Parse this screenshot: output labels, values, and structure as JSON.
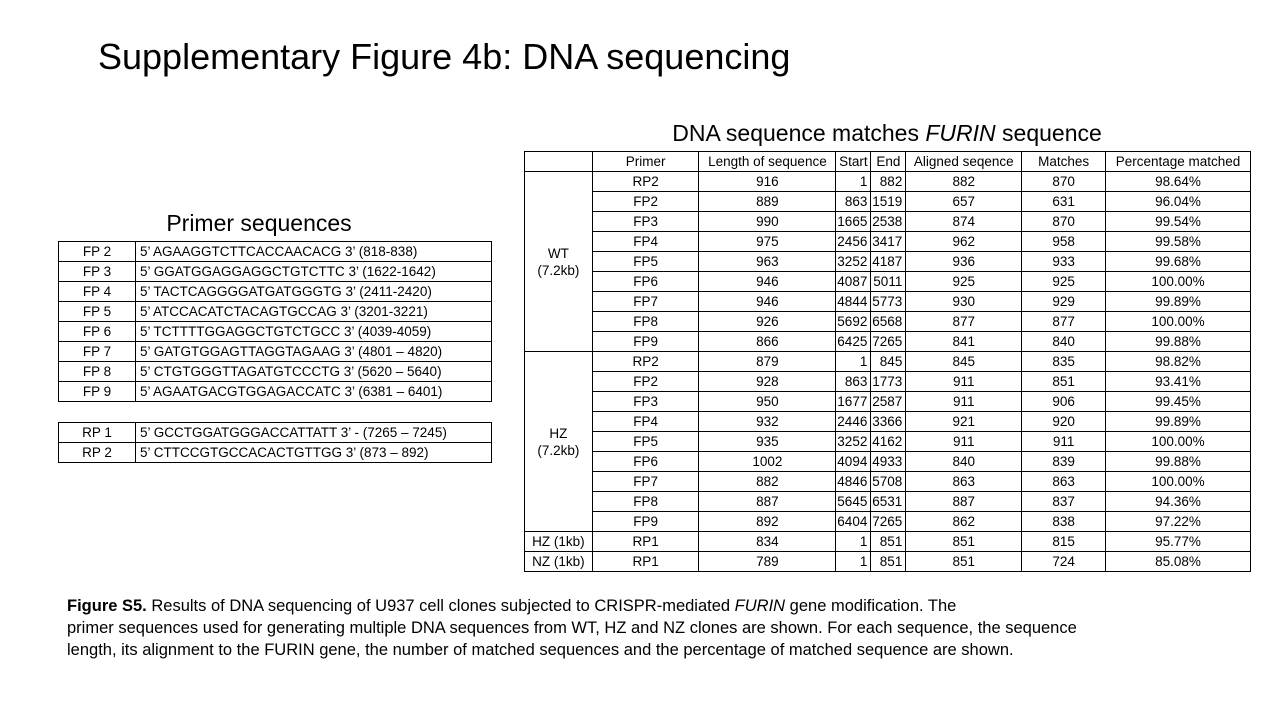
{
  "title": "Supplementary Figure 4b: DNA sequencing",
  "primer_section": {
    "title": "Primer sequences",
    "forward": [
      {
        "name": "FP 2",
        "sequence": "5’ AGAAGGTCTTCACCAACACG  3’  (818-838)"
      },
      {
        "name": "FP 3",
        "sequence": "5’ GGATGGAGGAGGCTGTCTTC  3’ (1622-1642)"
      },
      {
        "name": "FP 4",
        "sequence": "5’ TACTCAGGGGATGATGGGTG  3’ (2411-2420)"
      },
      {
        "name": "FP 5",
        "sequence": "5’ ATCCACATCTACAGTGCCAG  3’ (3201-3221)"
      },
      {
        "name": "FP 6",
        "sequence": "5’ TCTTTTGGAGGCTGTCTGCC 3’ (4039-4059)"
      },
      {
        "name": "FP 7",
        "sequence": "5’ GATGTGGAGTTAGGTAGAAG  3’ (4801 – 4820)"
      },
      {
        "name": "FP 8",
        "sequence": "5’ CTGTGGGTTAGATGTCCCTG  3’ (5620 – 5640)"
      },
      {
        "name": "FP 9",
        "sequence": "5’ AGAATGACGTGGAGACCATC  3’ (6381 – 6401)"
      }
    ],
    "reverse": [
      {
        "name": "RP 1",
        "sequence": "5’ GCCTGGATGGGACCATTATT  3’  - (7265 – 7245)"
      },
      {
        "name": "RP 2",
        "sequence": "5’ CTTCCGTGCCACACTGTTGG 3’ (873 – 892)"
      }
    ]
  },
  "dna_section": {
    "title_before": "DNA sequence matches ",
    "title_italic": "FURIN",
    "title_after": " sequence",
    "columns": [
      "",
      "Primer",
      "Length of sequence",
      "Start",
      "End",
      "Aligned seqence",
      "Matches",
      "Percentage matched"
    ],
    "groups": [
      {
        "label_line1": "WT",
        "label_line2": "(7.2kb)",
        "rows": [
          [
            "RP2",
            "916",
            "1",
            "882",
            "882",
            "870",
            "98.64%"
          ],
          [
            "FP2",
            "889",
            "863",
            "1519",
            "657",
            "631",
            "96.04%"
          ],
          [
            "FP3",
            "990",
            "1665",
            "2538",
            "874",
            "870",
            "99.54%"
          ],
          [
            "FP4",
            "975",
            "2456",
            "3417",
            "962",
            "958",
            "99.58%"
          ],
          [
            "FP5",
            "963",
            "3252",
            "4187",
            "936",
            "933",
            "99.68%"
          ],
          [
            "FP6",
            "946",
            "4087",
            "5011",
            "925",
            "925",
            "100.00%"
          ],
          [
            "FP7",
            "946",
            "4844",
            "5773",
            "930",
            "929",
            "99.89%"
          ],
          [
            "FP8",
            "926",
            "5692",
            "6568",
            "877",
            "877",
            "100.00%"
          ],
          [
            "FP9",
            "866",
            "6425",
            "7265",
            "841",
            "840",
            "99.88%"
          ]
        ]
      },
      {
        "label_line1": "HZ",
        "label_line2": "(7.2kb)",
        "rows": [
          [
            "RP2",
            "879",
            "1",
            "845",
            "845",
            "835",
            "98.82%"
          ],
          [
            "FP2",
            "928",
            "863",
            "1773",
            "911",
            "851",
            "93.41%"
          ],
          [
            "FP3",
            "950",
            "1677",
            "2587",
            "911",
            "906",
            "99.45%"
          ],
          [
            "FP4",
            "932",
            "2446",
            "3366",
            "921",
            "920",
            "99.89%"
          ],
          [
            "FP5",
            "935",
            "3252",
            "4162",
            "911",
            "911",
            "100.00%"
          ],
          [
            "FP6",
            "1002",
            "4094",
            "4933",
            "840",
            "839",
            "99.88%"
          ],
          [
            "FP7",
            "882",
            "4846",
            "5708",
            "863",
            "863",
            "100.00%"
          ],
          [
            "FP8",
            "887",
            "5645",
            "6531",
            "887",
            "837",
            "94.36%"
          ],
          [
            "FP9",
            "892",
            "6404",
            "7265",
            "862",
            "838",
            "97.22%"
          ]
        ]
      },
      {
        "label_line1": "HZ (1kb)",
        "label_line2": "",
        "rows": [
          [
            "RP1",
            "834",
            "1",
            "851",
            "851",
            "815",
            "95.77%"
          ]
        ]
      },
      {
        "label_line1": "NZ (1kb)",
        "label_line2": "",
        "rows": [
          [
            "RP1",
            "789",
            "1",
            "851",
            "851",
            "724",
            "85.08%"
          ]
        ]
      }
    ]
  },
  "caption": {
    "bold": "Figure S5.",
    "text1": " Results of DNA sequencing of U937 cell clones subjected to CRISPR-mediated ",
    "italic": "FURIN",
    "text2": " gene modification. The",
    "line2": "primer sequences used for generating multiple DNA sequences from WT, HZ and NZ clones are shown. For each sequence, the sequence",
    "line3": "length, its alignment to the FURIN gene, the number of matched sequences and the percentage of matched sequence are shown."
  }
}
